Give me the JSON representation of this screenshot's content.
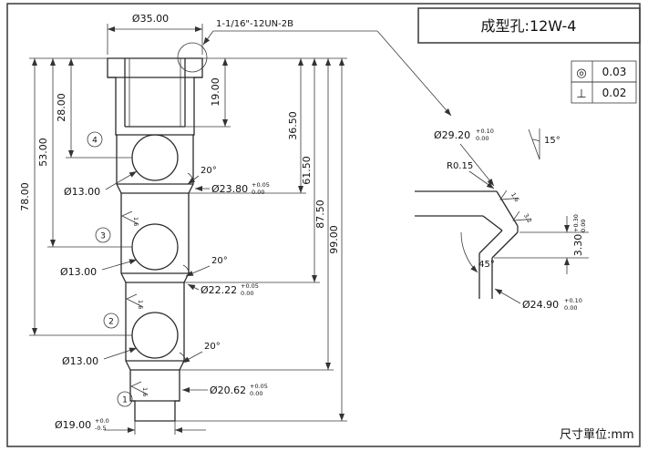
{
  "frame": {
    "title": "成型孔:12W-4",
    "unit_label": "尺寸單位:mm"
  },
  "gdt": {
    "concentricity": {
      "symbol": "◎",
      "value": "0.03"
    },
    "perpendicularity": {
      "symbol": "⊥",
      "value": "0.02"
    }
  },
  "main_view": {
    "thread_callout": "1-1/16\"-12UN-2B",
    "dia_top": "Ø35.00",
    "lengths": {
      "d19": "19.00",
      "d28": "28.00",
      "d36_5": "36.50",
      "d53": "53.00",
      "d61_5": "61.50",
      "d78": "78.00",
      "d87_5": "87.50",
      "d99": "99.00"
    },
    "dia_hole": "Ø13.00",
    "taper_angle": "20°",
    "dia_23_80": {
      "v": "Ø23.80",
      "up": "+0.05",
      "dn": "0.00"
    },
    "dia_22_22": {
      "v": "Ø22.22",
      "up": "+0.05",
      "dn": "0.00"
    },
    "dia_20_62": {
      "v": "Ø20.62",
      "up": "+0.05",
      "dn": "0.00"
    },
    "dia_19_00": {
      "v": "Ø19.00",
      "up": "+0.0",
      "dn": "-0.5"
    },
    "sections": [
      "4",
      "3",
      "2",
      "1"
    ],
    "finish": "1.6"
  },
  "detail_view": {
    "dia_29_20": {
      "v": "Ø29.20",
      "up": "+0.10",
      "dn": "0.00"
    },
    "dia_24_90": {
      "v": "Ø24.90",
      "up": "+0.10",
      "dn": "0.00"
    },
    "radius": "R0.15",
    "chamfer_angle_top": "15°",
    "chamfer_angle_bottom": "45°",
    "depth_3_30": {
      "v": "3.30",
      "up": "+0.30",
      "dn": "0.00"
    },
    "finish_1_6": "1.6",
    "finish_3_2": "3.2"
  },
  "colors": {
    "line": "#2a2a2a",
    "background": "#ffffff"
  }
}
